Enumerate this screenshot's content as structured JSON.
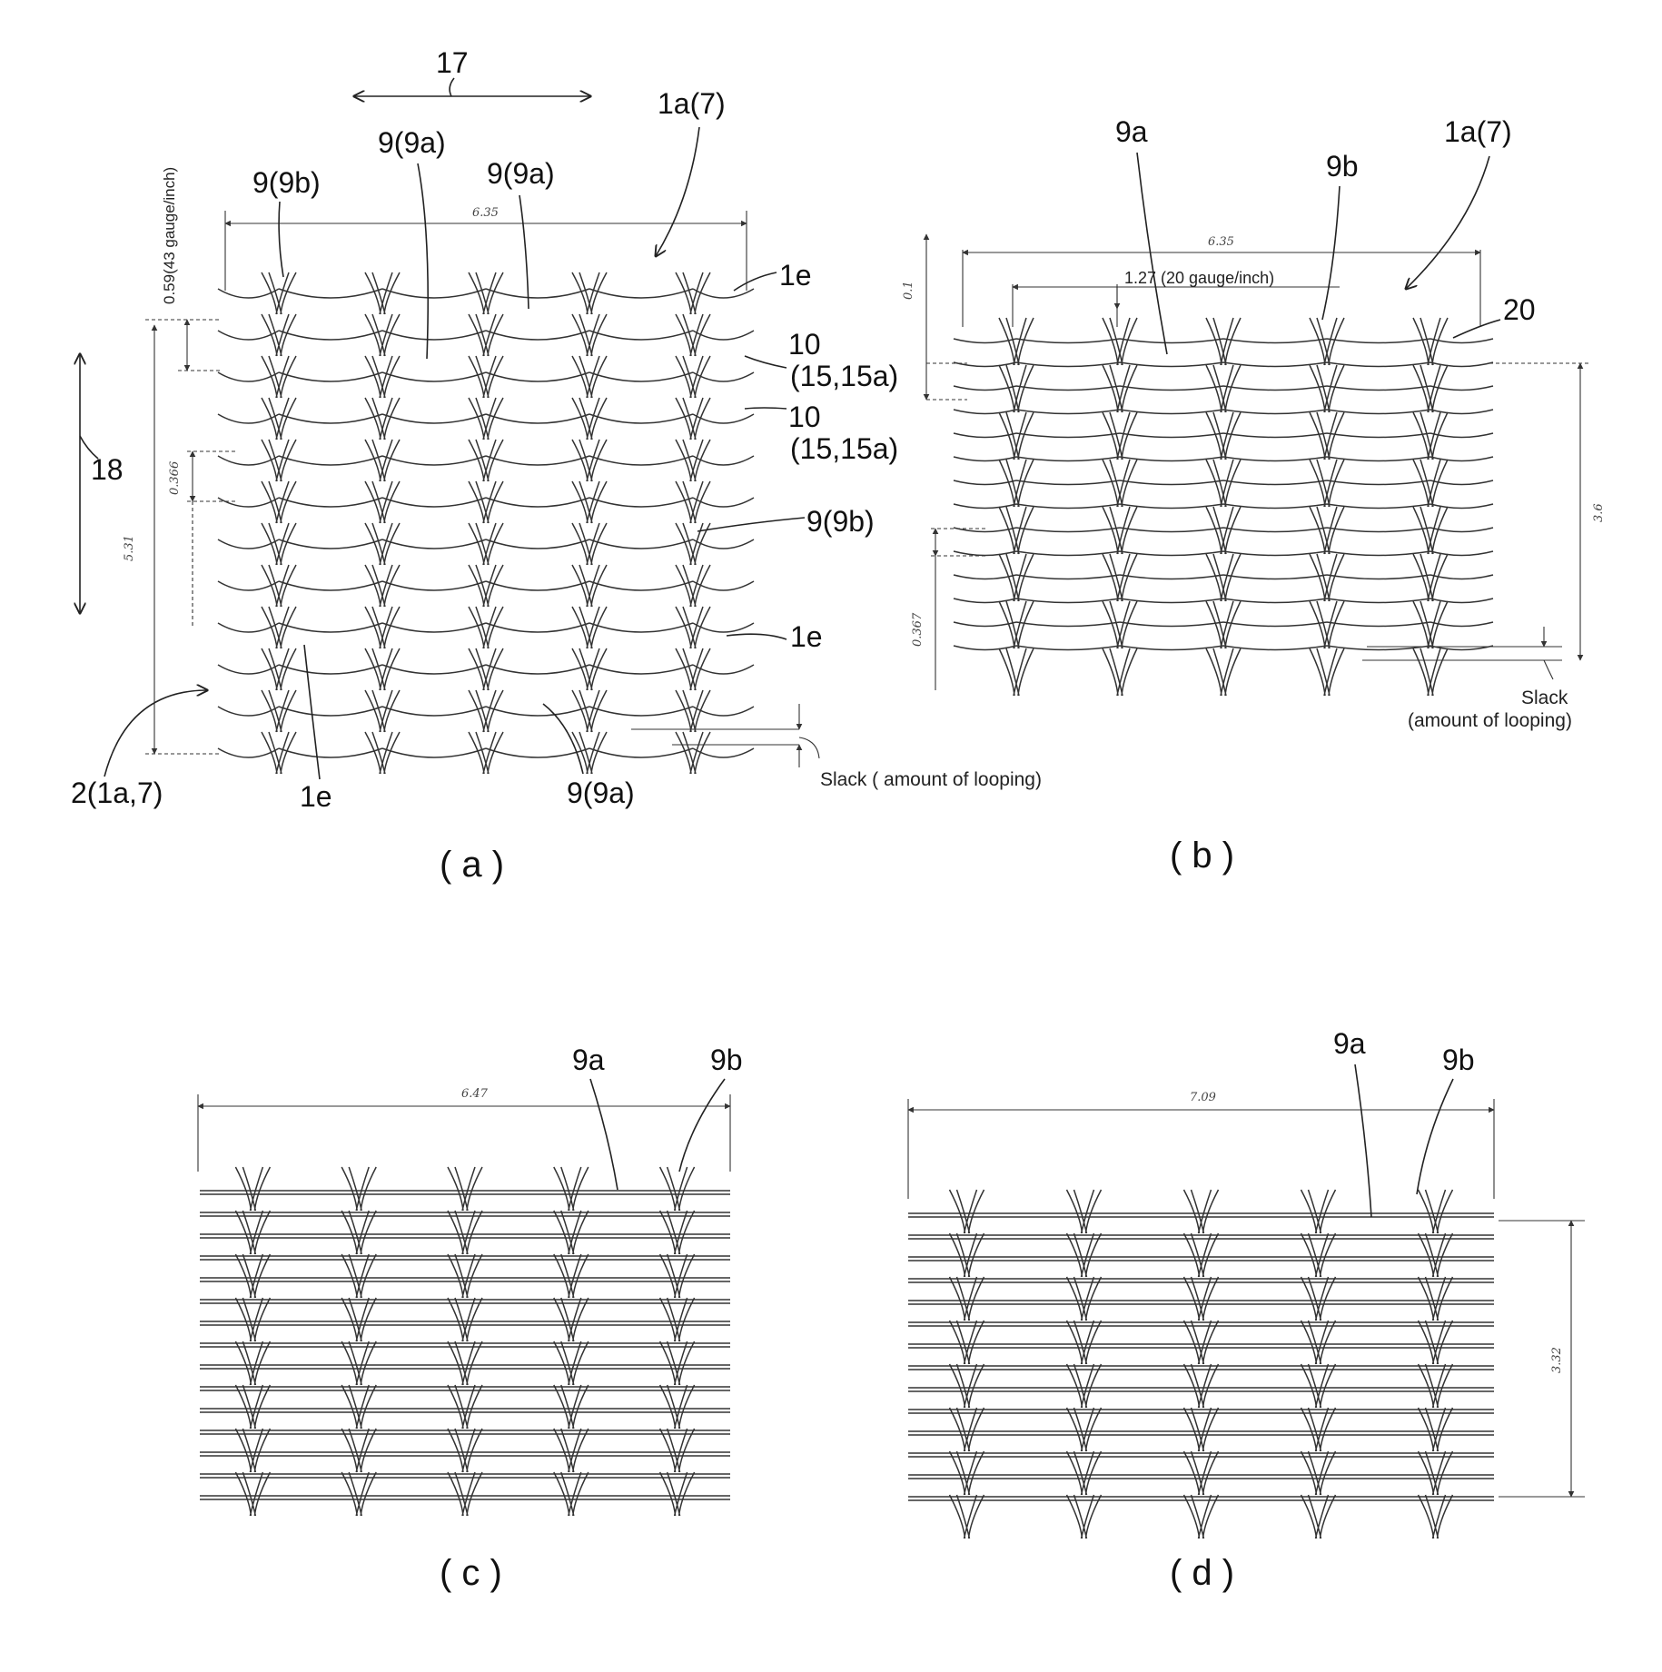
{
  "panel_a": {
    "caption": "( a )",
    "labels": {
      "arrow17": "17",
      "ref_1a7": "1a(7)",
      "ref_9_9a_1": "9(9a)",
      "ref_9_9a_2": "9(9a)",
      "ref_9_9b_top": "9(9b)",
      "ref_1e_top": "1e",
      "ref_10_a": "10",
      "ref_15_a": "(15,15a)",
      "ref_10_b": "10",
      "ref_15_b": "(15,15a)",
      "ref_9_9b_right": "9(9b)",
      "ref_1e_right": "1e",
      "arrow18": "18",
      "ref_2": "2(1a,7)",
      "ref_1e_bottom": "1e",
      "ref_9_9a_bottom": "9(9a)",
      "gauge": "0.59(43 gauge/inch)",
      "slack": "Slack ( amount of looping)",
      "dim_width": "6.35",
      "dim_height": "5.31",
      "dim_pitch": "0.366"
    }
  },
  "panel_b": {
    "caption": "( b )",
    "labels": {
      "ref_9a": "9a",
      "ref_9b": "9b",
      "ref_1a7": "1a(7)",
      "ref_20": "20",
      "gauge": "1.27 (20 gauge/inch)",
      "slack_1": "Slack",
      "slack_2": "(amount of looping)",
      "dim_width": "6.35",
      "dim_left_top": "0.1",
      "dim_height": "3.6",
      "dim_pitch": "0.367"
    }
  },
  "panel_c": {
    "caption": "( c )",
    "labels": {
      "ref_9a": "9a",
      "ref_9b": "9b",
      "dim_width": "6.47"
    }
  },
  "panel_d": {
    "caption": "( d )",
    "labels": {
      "ref_9a": "9a",
      "ref_9b": "9b",
      "dim_width": "7.09",
      "dim_height": "3.32"
    }
  }
}
